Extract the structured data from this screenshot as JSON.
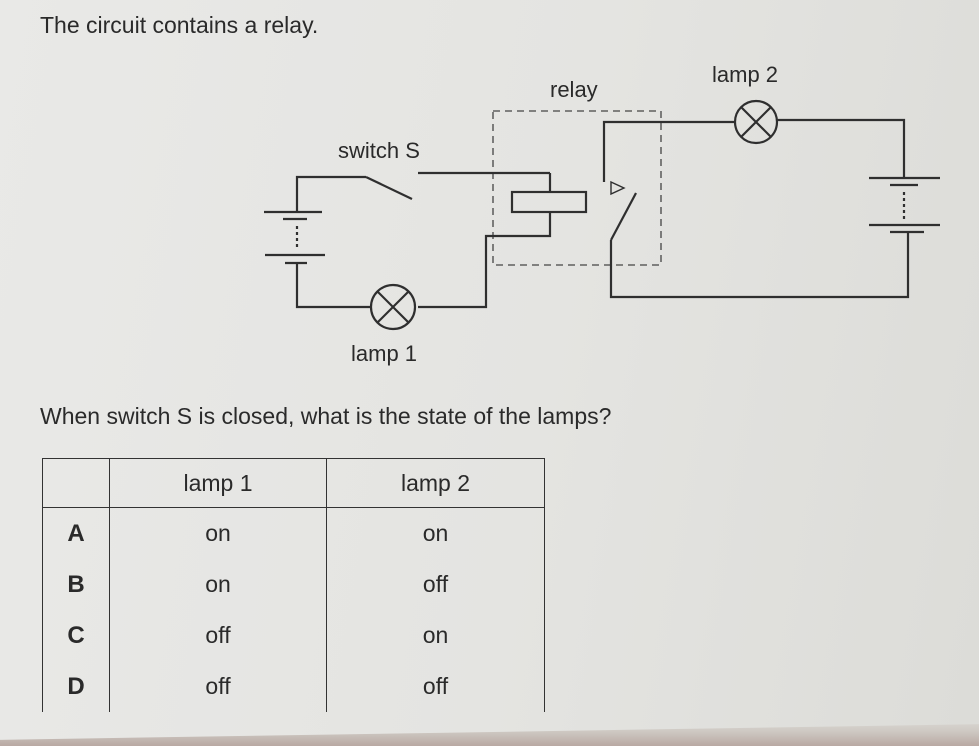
{
  "intro_text": "The circuit contains a relay.",
  "question_text": "When switch S is closed, what is the state of the lamps?",
  "diagram": {
    "relay_label": "relay",
    "lamp2_label": "lamp 2",
    "switch_label": "switch S",
    "lamp1_label": "lamp 1"
  },
  "table": {
    "headers": [
      "",
      "lamp 1",
      "lamp 2"
    ],
    "rows": [
      {
        "option": "A",
        "lamp1": "on",
        "lamp2": "on"
      },
      {
        "option": "B",
        "lamp1": "on",
        "lamp2": "off"
      },
      {
        "option": "C",
        "lamp1": "off",
        "lamp2": "on"
      },
      {
        "option": "D",
        "lamp1": "off",
        "lamp2": "off"
      }
    ]
  }
}
